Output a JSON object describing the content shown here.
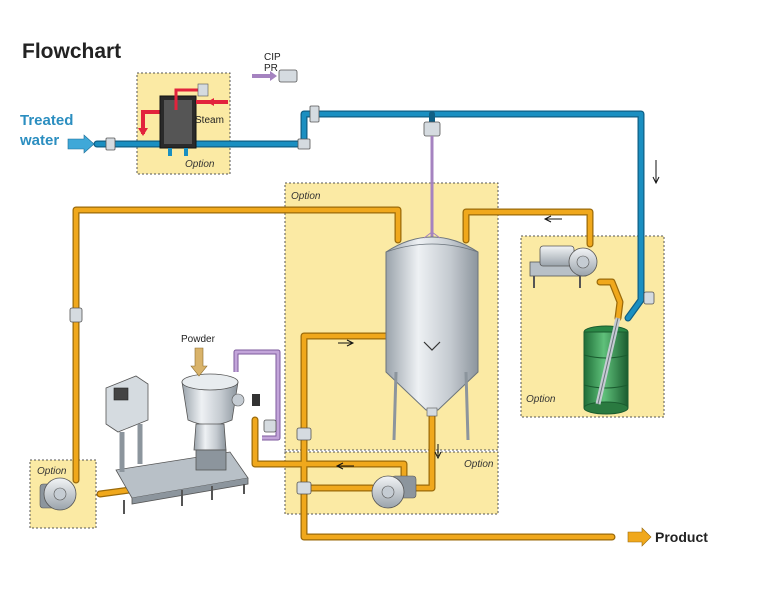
{
  "title": "Flowchart",
  "labels": {
    "cip": "CIP",
    "pr": "PR",
    "treated_water_line1": "Treated",
    "treated_water_line2": "water",
    "steam": "Steam",
    "powder": "Powder",
    "product": "Product"
  },
  "option_label": "Option",
  "colors": {
    "water_pipe": "#1a8fc1",
    "product_pipe": "#f0a81c",
    "steam_pipe": "#e2233c",
    "cip_pipe": "#a583c0",
    "option_zone": "#fbeaa4",
    "arrow": "#3fa8d8",
    "drum": "#3a9a55",
    "steel": "#c5ccd3"
  },
  "icons": [
    "valve-icon",
    "pump-icon",
    "tank-icon",
    "mixer-icon",
    "drum-icon",
    "heat-exchanger-icon",
    "arrow-icon"
  ]
}
